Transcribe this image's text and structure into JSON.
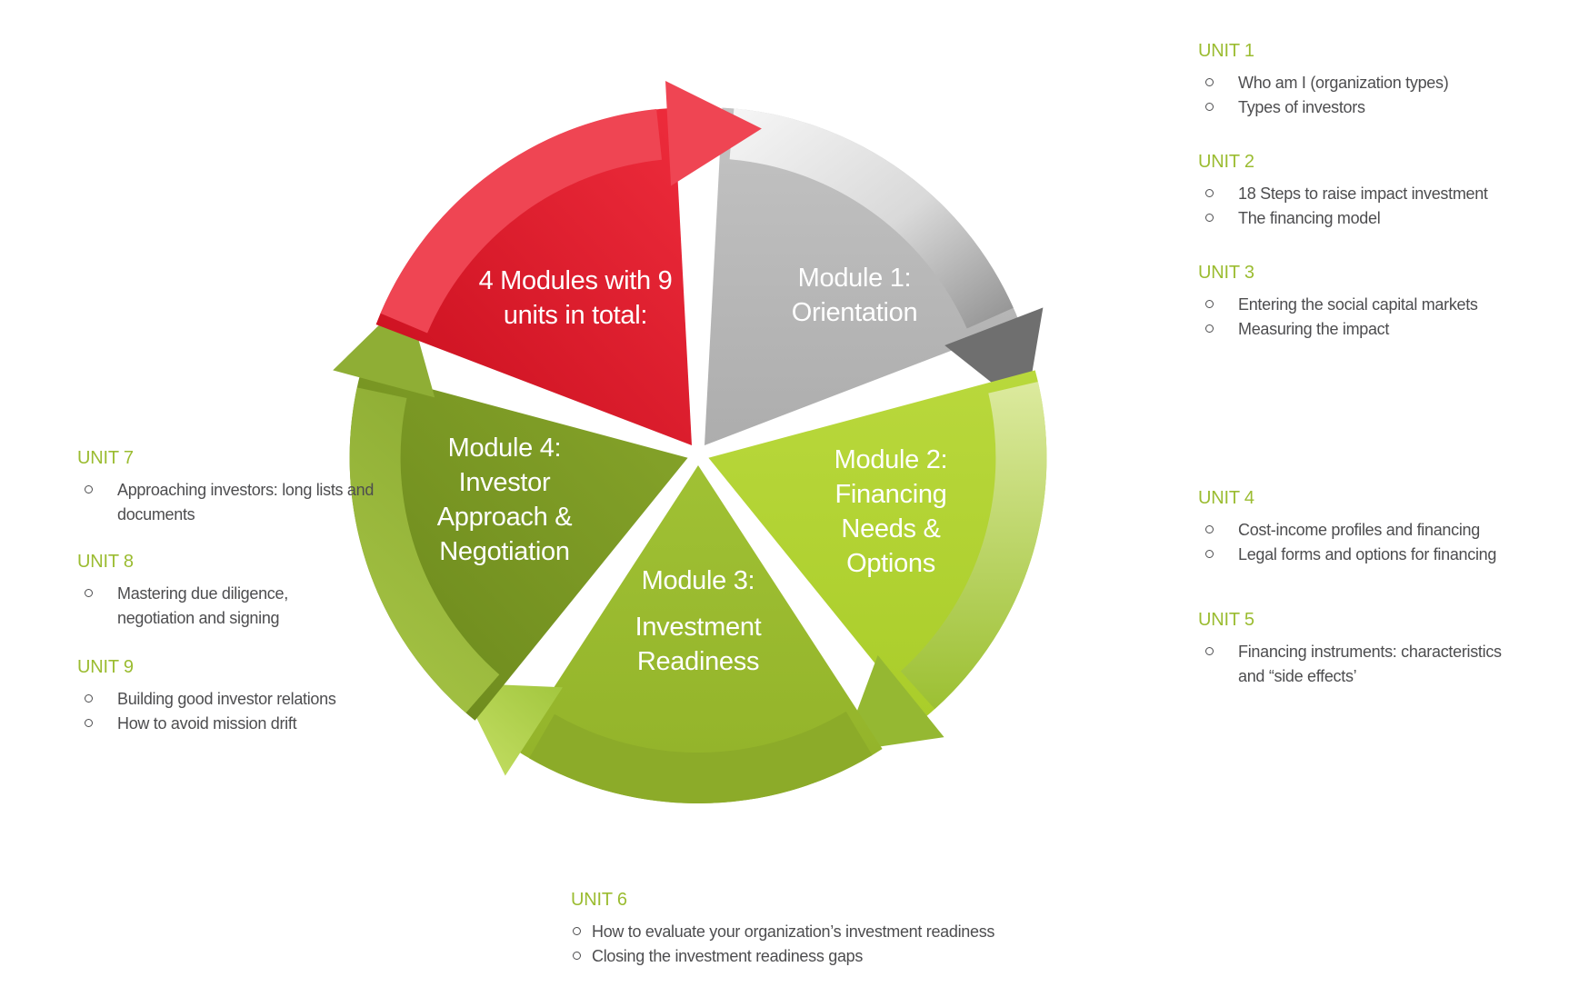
{
  "center_segment": {
    "lines": [
      "4 Modules with 9",
      "units in total:"
    ]
  },
  "modules": [
    {
      "id": "module-1",
      "lines": [
        "Module 1:",
        "Orientation"
      ],
      "color": "#b5b5b5"
    },
    {
      "id": "module-2",
      "lines": [
        "Module 2:",
        "Financing",
        "Needs &",
        "Options"
      ],
      "color": "#b5d436"
    },
    {
      "id": "module-3",
      "lines": [
        "Module 3:",
        "Investment",
        "Readiness"
      ],
      "color": "#9dbe32"
    },
    {
      "id": "module-4",
      "lines": [
        "Module 4:",
        "Investor",
        "Approach &",
        "Negotiation"
      ],
      "color": "#7e9c25"
    }
  ],
  "units": [
    {
      "title": "UNIT 1",
      "items": [
        "Who am I (organization types)",
        "Types of investors"
      ]
    },
    {
      "title": "UNIT 2",
      "items": [
        "18 Steps to raise impact investment",
        "The financing model"
      ]
    },
    {
      "title": "UNIT 3",
      "items": [
        "Entering the social capital markets",
        "Measuring the impact"
      ]
    },
    {
      "title": "UNIT 4",
      "items": [
        "Cost-income profiles and financing",
        "Legal forms and options for financing"
      ]
    },
    {
      "title": "UNIT 5",
      "items": [
        "Financing instruments: characteristics and “side effects’"
      ]
    },
    {
      "title": "UNIT 6",
      "items": [
        "How to evaluate your organization’s investment readiness",
        "Closing the investment readiness gaps"
      ]
    },
    {
      "title": "UNIT 7",
      "items": [
        "Approaching investors: long lists and documents"
      ]
    },
    {
      "title": "UNIT 8",
      "items": [
        "Mastering due diligence, negotiation and signing"
      ]
    },
    {
      "title": "UNIT 9",
      "items": [
        "Building good investor relations",
        "How to avoid mission drift"
      ]
    }
  ],
  "colors": {
    "red_segment": "#e42531",
    "gray_segment": "#b5b5b5",
    "bright_green_segment": "#b5d436",
    "mid_green_segment": "#9dbe32",
    "olive_green_segment": "#7e9c25",
    "unit_heading_green": "#9bbc31",
    "body_text": "#4d4d4f",
    "segment_label_text": "#ffffff"
  }
}
